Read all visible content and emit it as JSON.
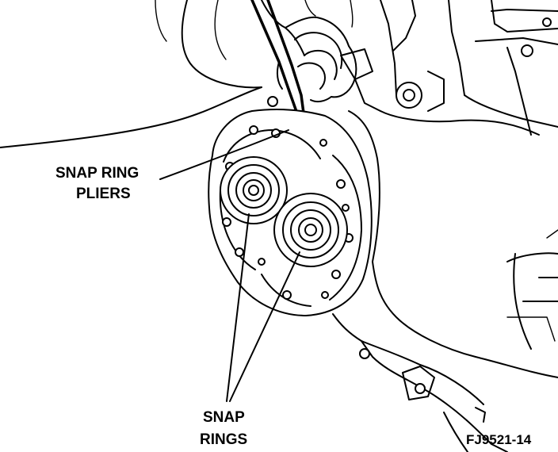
{
  "labels": {
    "pliers": [
      "SNAP RING",
      "PLIERS"
    ],
    "rings": [
      "SNAP",
      "RINGS"
    ],
    "figure_id": "FJ9521-14"
  }
}
